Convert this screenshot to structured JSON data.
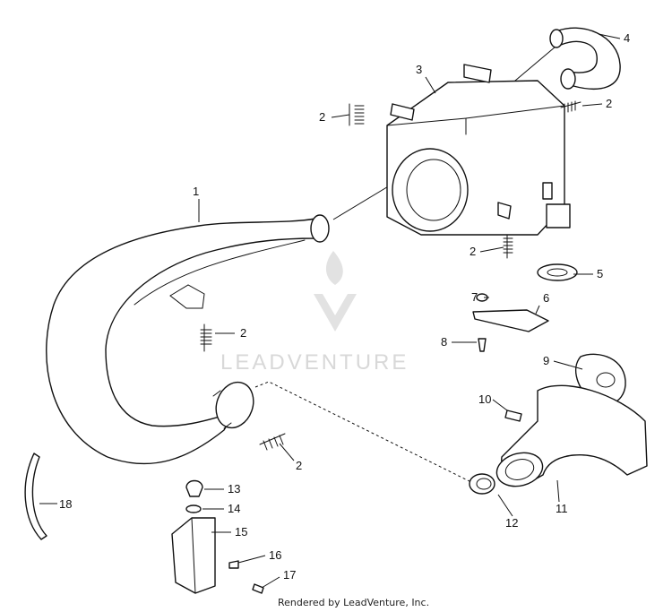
{
  "watermark": {
    "text": "LEADVENTURE"
  },
  "callouts": [
    "1",
    "2",
    "3",
    "4",
    "5",
    "6",
    "7",
    "8",
    "9",
    "10",
    "11",
    "12",
    "13",
    "14",
    "15",
    "16",
    "17",
    "18"
  ],
  "footer": {
    "credit": "Rendered by LeadVenture, Inc."
  },
  "colors": {
    "line": "#111111",
    "watermark": "#d8d8d8",
    "background": "#ffffff"
  }
}
